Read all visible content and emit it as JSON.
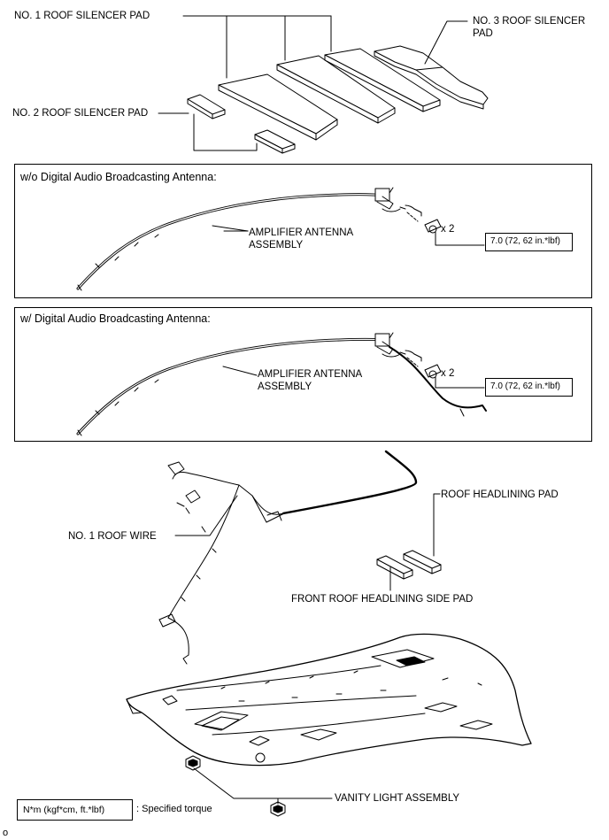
{
  "labels": {
    "no1_pad": "NO. 1 ROOF SILENCER PAD",
    "no2_pad": "NO. 2 ROOF SILENCER PAD",
    "no3_pad_line1": "NO. 3 ROOF SILENCER",
    "no3_pad_line2": "PAD",
    "amp_line1": "AMPLIFIER ANTENNA",
    "amp_line2": "ASSEMBLY",
    "roof_wire": "NO. 1 ROOF WIRE",
    "roof_headlining_pad": "ROOF HEADLINING PAD",
    "front_side_pad": "FRONT ROOF HEADLINING SIDE PAD",
    "vanity_light": "VANITY LIGHT ASSEMBLY"
  },
  "panels": [
    {
      "title": "w/o Digital Audio Broadcasting Antenna:",
      "qty": "x 2",
      "torque": "7.0 (72, 62 in.*lbf)"
    },
    {
      "title": "w/ Digital Audio Broadcasting Antenna:",
      "qty": "x 2",
      "torque": "7.0 (72, 62 in.*lbf)"
    }
  ],
  "legend": {
    "unit": "N*m (kgf*cm, ft.*lbf)",
    "desc": ": Specified torque"
  },
  "footer_mark": "o"
}
